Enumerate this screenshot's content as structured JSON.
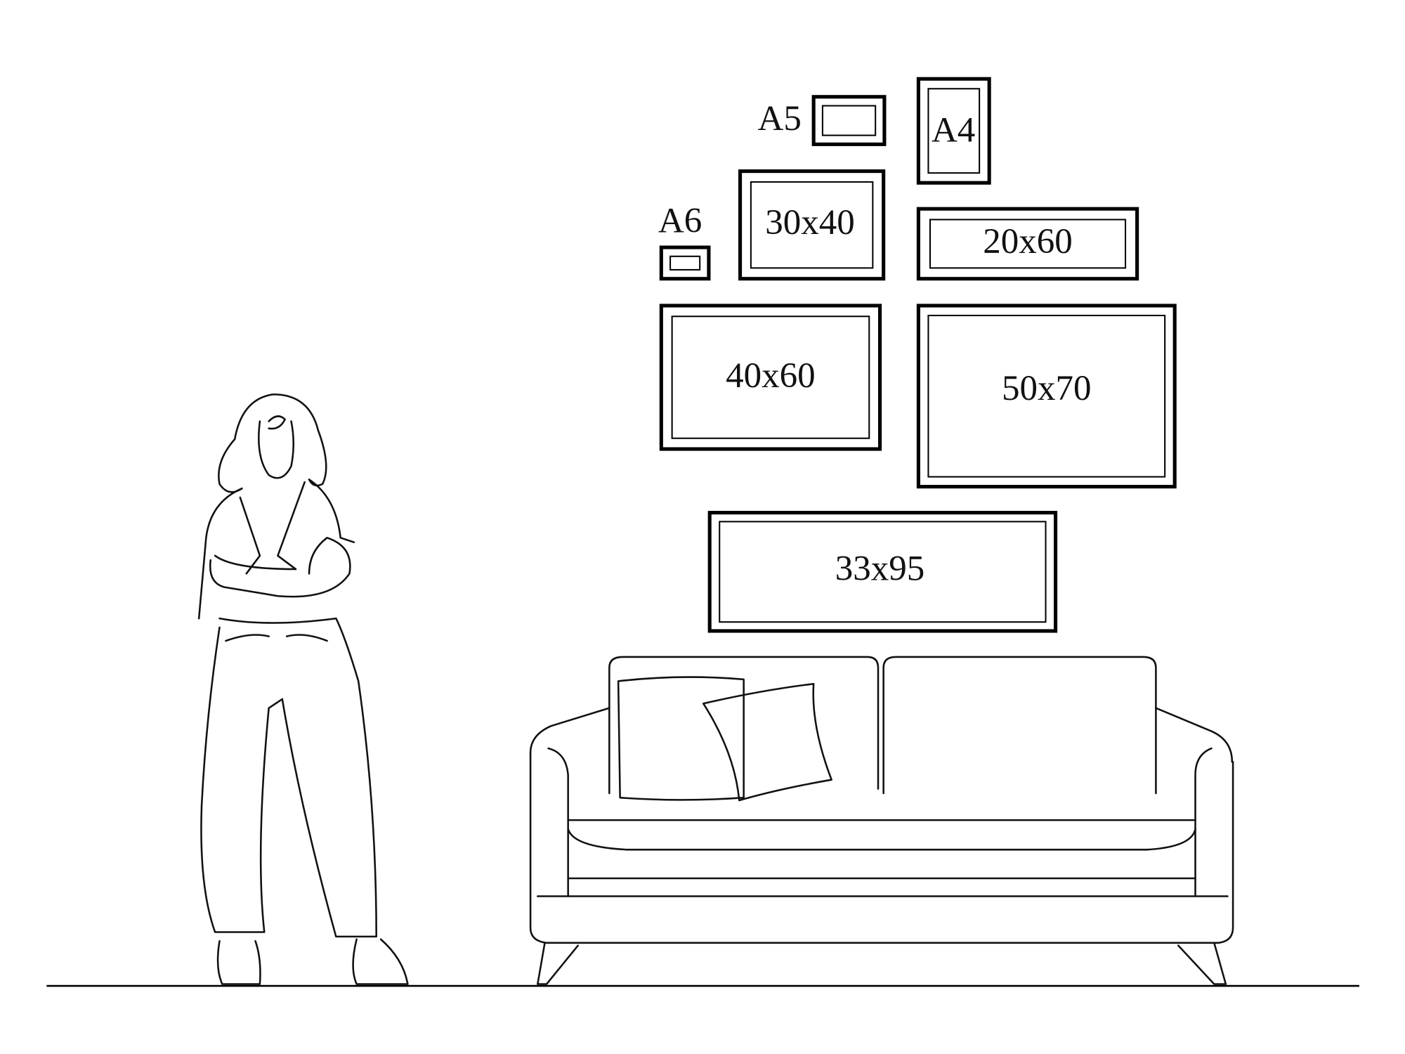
{
  "frames": {
    "a5": "A5",
    "a4": "A4",
    "a6": "A6",
    "f30x40": "30x40",
    "f20x60": "20x60",
    "f40x60": "40x60",
    "f50x70": "50x70",
    "f33x95": "33x95"
  },
  "colors": {
    "line": "#000000",
    "background": "#ffffff"
  }
}
